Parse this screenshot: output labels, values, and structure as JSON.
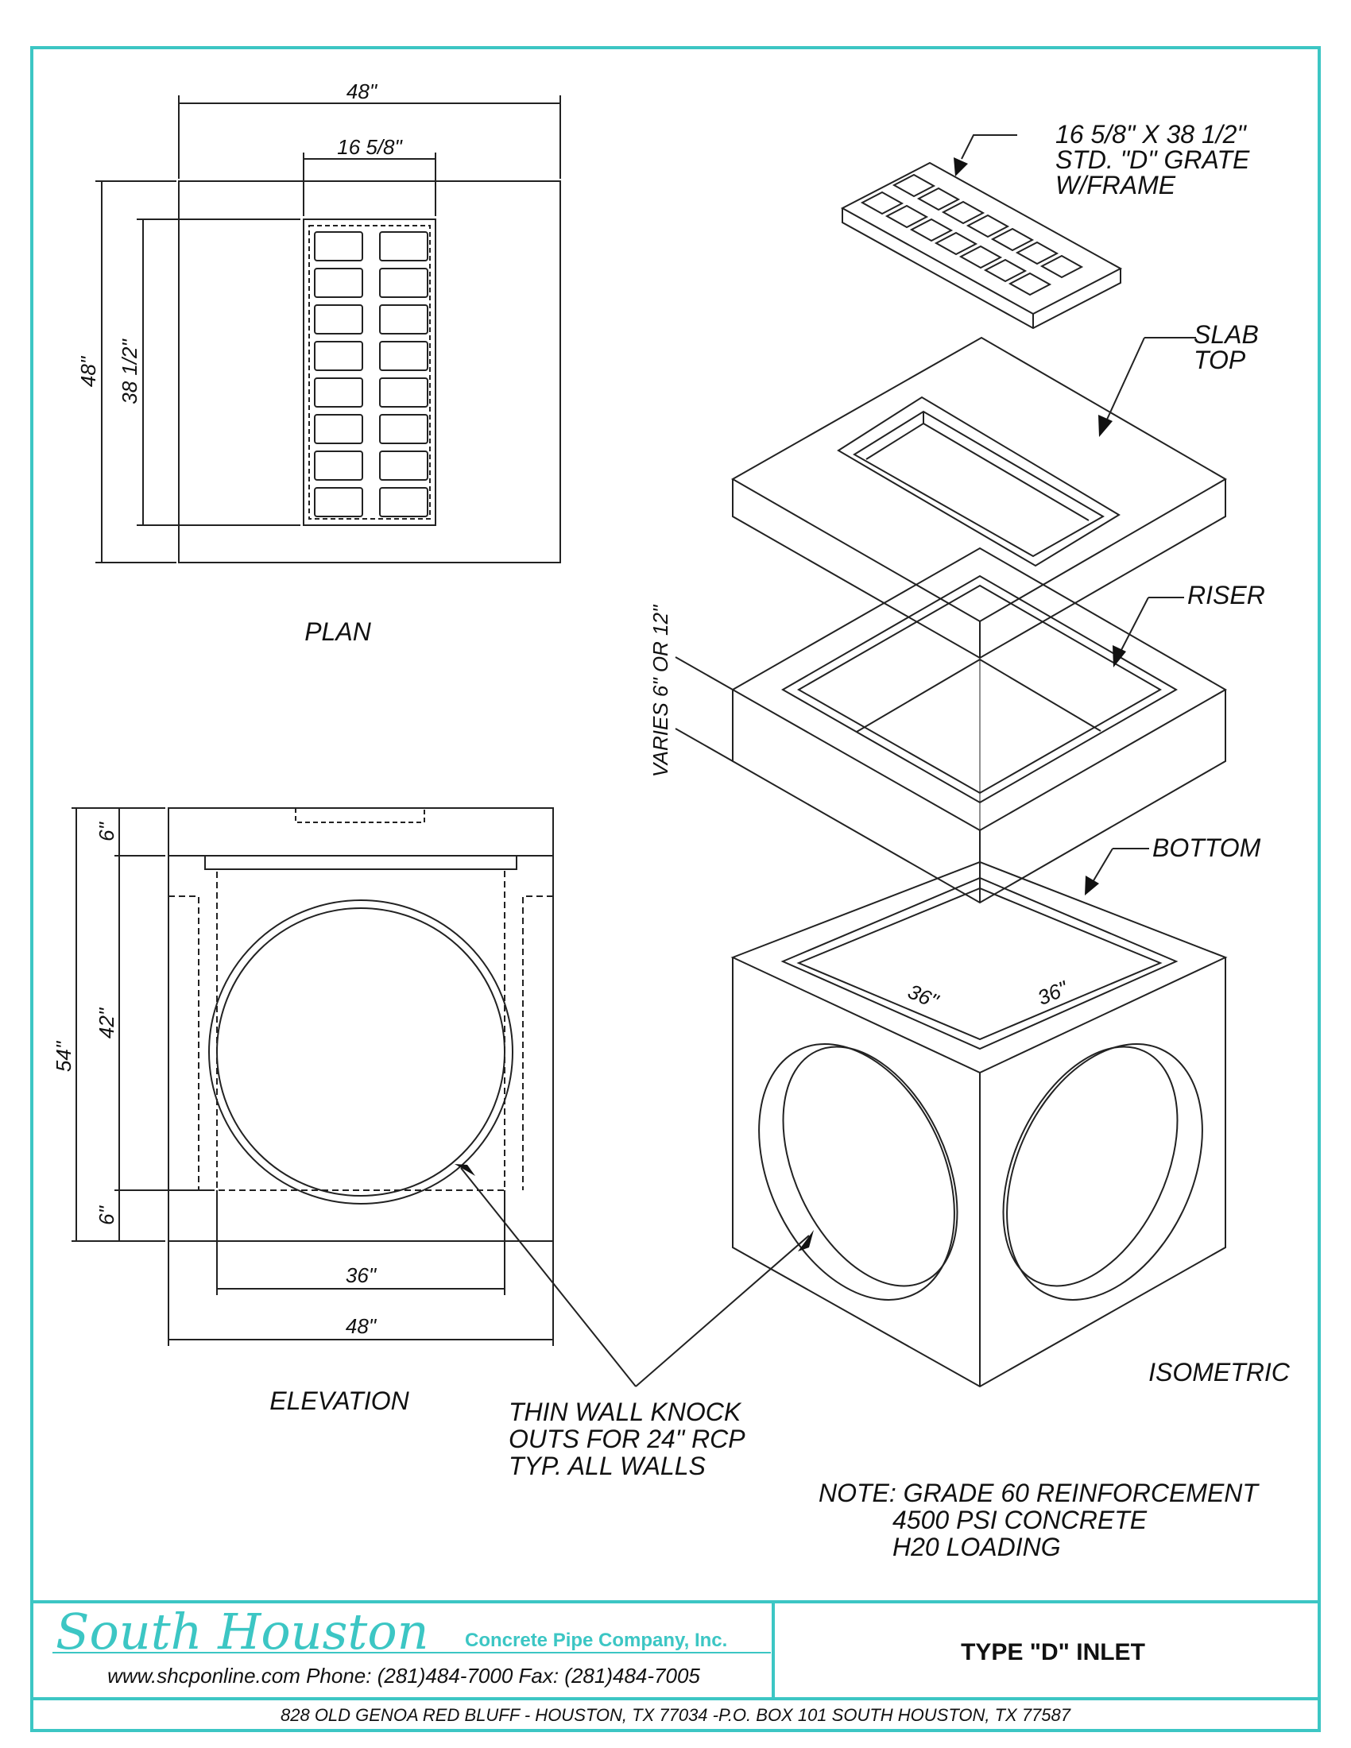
{
  "colors": {
    "border": "#3cc6c4",
    "ink": "#111111"
  },
  "plan": {
    "view_label": "PLAN",
    "dim_width": "48\"",
    "dim_grate_width": "16 5/8\"",
    "dim_height": "48\"",
    "dim_grate_length": "38 1/2\""
  },
  "elevation": {
    "view_label": "ELEVATION",
    "dim_top": "6\"",
    "dim_mid": "42\"",
    "dim_bottom": "6\"",
    "dim_total": "54\"",
    "dim_inner": "36\"",
    "dim_outer": "48\""
  },
  "isometric": {
    "view_label": "ISOMETRIC",
    "grate_callout": [
      "16 5/8\" X 38 1/2\"",
      "STD. \"D\" GRATE",
      "W/FRAME"
    ],
    "slab_callout": [
      "SLAB",
      "TOP"
    ],
    "riser_callout": "RISER",
    "bottom_callout": "BOTTOM",
    "varies": "VARIES 6\" OR 12\"",
    "dim_left": "36\"",
    "dim_right": "36\""
  },
  "knockout_callout": [
    "THIN WALL KNOCK",
    "OUTS FOR 24\" RCP",
    "TYP. ALL WALLS"
  ],
  "note": [
    "NOTE: GRADE 60 REINFORCEMENT",
    "4500 PSI CONCRETE",
    "H20 LOADING"
  ],
  "title_block": {
    "brand": "South Houston",
    "company": "Concrete Pipe Company, Inc.",
    "contact": "www.shcponline.com  Phone: (281)484-7000  Fax: (281)484-7005",
    "drawing_title": "TYPE \"D\" INLET",
    "address": "828 OLD GENOA RED BLUFF - HOUSTON, TX 77034 -P.O. BOX 101 SOUTH HOUSTON, TX 77587"
  }
}
